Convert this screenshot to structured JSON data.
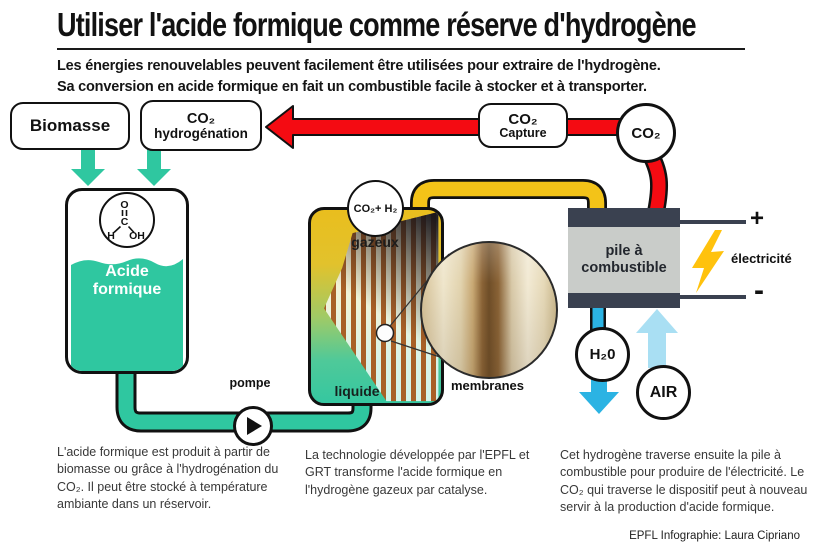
{
  "header": {
    "title": "Utiliser l'acide formique comme réserve d'hydrogène",
    "subtitle1": "Les énergies renouvelables peuvent facilement être utilisées pour extraire de l'hydrogène.",
    "subtitle2": "Sa conversion en acide formique en fait un combustible facile à stocker et à transporter."
  },
  "nodes": {
    "biomasse": "Biomasse",
    "co2_hydro1": "CO₂",
    "co2_hydro2": "hydrogénation",
    "capture1": "CO₂",
    "capture2": "Capture",
    "co2": "CO₂",
    "co2h2": "CO₂+ H₂",
    "tank": "Acide formique",
    "gazeux": "gazeux",
    "liquide": "liquide",
    "pompe": "pompe",
    "membranes": "membranes",
    "fuel1": "pile à",
    "fuel2": "combustible",
    "electricite": "électricité",
    "plus": "+",
    "minus": "-",
    "h2o": "H₂0",
    "air": "AIR"
  },
  "molecule": {
    "o": "O",
    "c": "C",
    "h": "H",
    "oh": "OH"
  },
  "captions": [
    "L'acide formique est produit à partir de biomasse ou grâce à l'hydrogénation du CO₂. Il peut être stocké à température ambiante dans un réservoir.",
    "La technologie développée par l'EPFL et GRT transforme l'acide formique en l'hydrogène gazeux par catalyse.",
    "Cet hydrogène traverse ensuite la pile à combustible pour produire de l'électricité. Le CO₂ qui traverse le dispositif peut à nouveau servir à la production d'acide formique."
  ],
  "credit": "EPFL Infographie: Laura Cipriano",
  "colors": {
    "teal": "#2FC7A0",
    "red": "#F40B12",
    "pipe_yellow": "#F3C318",
    "cyan": "#2BB3E3",
    "light_cyan": "#A9DFF3",
    "dark_slate": "#3A4150",
    "lightning_yellow": "#FFC20D",
    "reactor_gold": "#E9BE1E",
    "membrane_brown": "#A86027"
  }
}
